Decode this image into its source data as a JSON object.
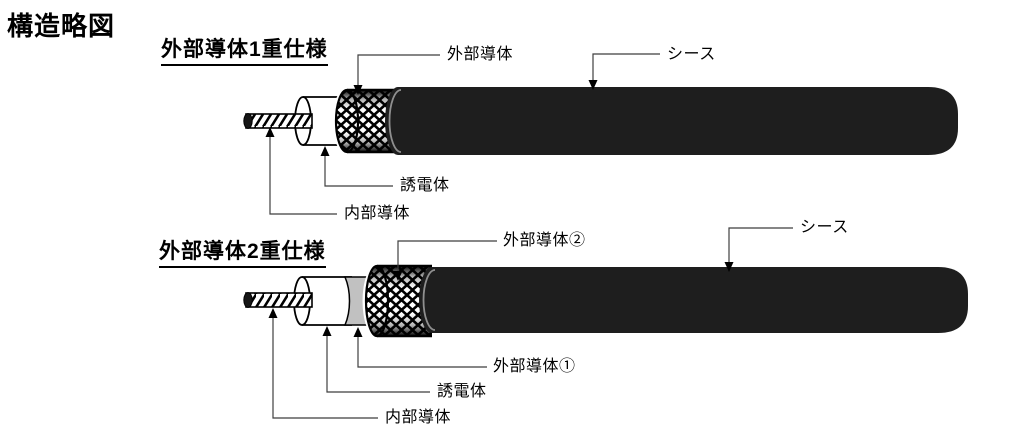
{
  "page": {
    "title": "構造略図"
  },
  "colors": {
    "sheath": "#1e1e1e",
    "outer_conductor1_tape": "#c1c1c1",
    "dielectric": "#ffffff",
    "outline": "#000000",
    "leader_line": "#3f3f3f",
    "background": "#ffffff"
  },
  "diagram_single": {
    "subtitle": "外部導体1重仕様",
    "labels": {
      "outer_conductor": "外部導体",
      "sheath": "シース",
      "dielectric": "誘電体",
      "inner_conductor": "内部導体"
    }
  },
  "diagram_double": {
    "subtitle": "外部導体2重仕様",
    "labels": {
      "outer_conductor_2": "外部導体②",
      "sheath": "シース",
      "outer_conductor_1": "外部導体①",
      "dielectric": "誘電体",
      "inner_conductor": "内部導体"
    }
  }
}
